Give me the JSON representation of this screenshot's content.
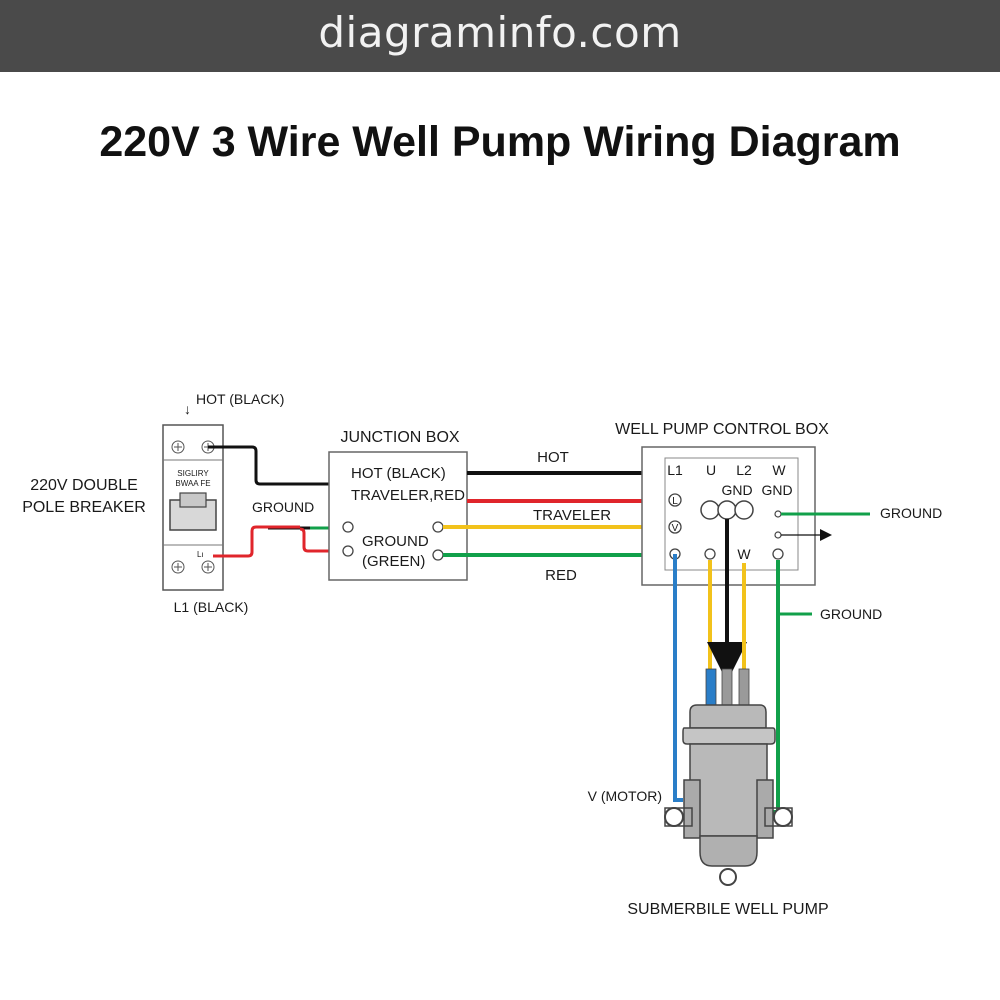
{
  "site": {
    "name": "diagraminfo.com"
  },
  "title": "220V 3 Wire Well Pump Wiring Diagram",
  "breaker": {
    "title_line1": "220V DOUBLE",
    "title_line2": "POLE BREAKER",
    "hot_label": "HOT (BLACK)",
    "hot_arrow": "↓",
    "device_text_line1": "SIGLIRY",
    "device_text_line2": "BWAA FE",
    "terminal_label": "Lı",
    "l1_label": "L1 (BLACK)",
    "ground_label": "GROUND"
  },
  "junction_box": {
    "title": "JUNCTION BOX",
    "hot": "HOT (BLACK)",
    "traveler": "TRAVELER,RED",
    "ground_line1": "GROUND",
    "ground_line2": "(GREEN)"
  },
  "wires": {
    "hot": "HOT",
    "traveler": "TRAVELER",
    "red": "RED"
  },
  "control_box": {
    "title": "WELL PUMP CONTROL BOX",
    "header": [
      "L1",
      "U",
      "L2",
      "W"
    ],
    "gnd_1": "GND",
    "gnd_2": "GND",
    "left_terminals": [
      "L",
      "V"
    ],
    "w_label": "W",
    "ground_right": "GROUND",
    "ground_down": "GROUND"
  },
  "pump": {
    "motor_label": "V (MOTOR)",
    "name": "SUBMERBILE WELL PUMP"
  },
  "colors": {
    "black": "#111111",
    "red": "#e0252b",
    "yellow": "#f2c21b",
    "green": "#11a04a",
    "blue": "#2a7ec8",
    "gray": "#9a9a9a",
    "pump_body": "#b9b9b9"
  }
}
